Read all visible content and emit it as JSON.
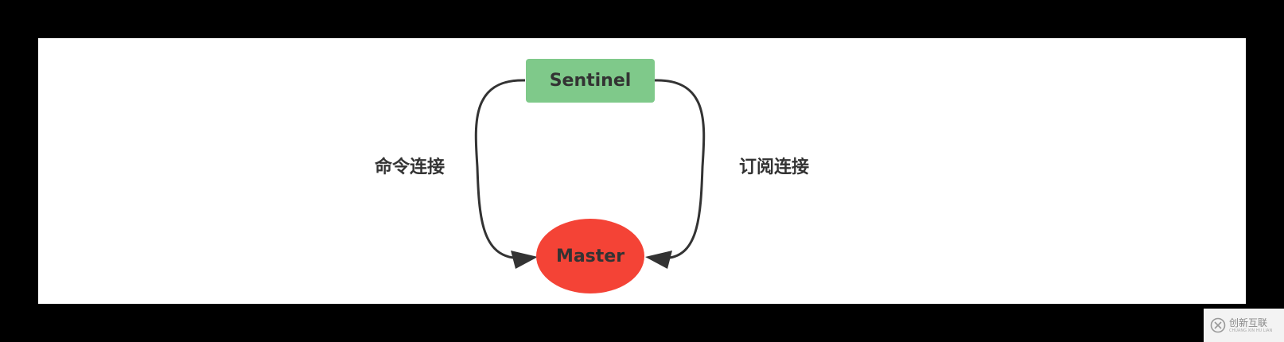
{
  "nodes": {
    "sentinel": {
      "label": "Sentinel",
      "color": "#7fc98a"
    },
    "master": {
      "label": "Master",
      "color": "#f44336"
    }
  },
  "edges": {
    "command": {
      "label": "命令连接"
    },
    "subscribe": {
      "label": "订阅连接"
    }
  },
  "colors": {
    "background": "#000000",
    "canvas": "#ffffff",
    "edge": "#333333",
    "text": "#333333"
  },
  "watermark": {
    "main": "创新互联",
    "sub": "CHUANG XIN HU LIAN"
  }
}
